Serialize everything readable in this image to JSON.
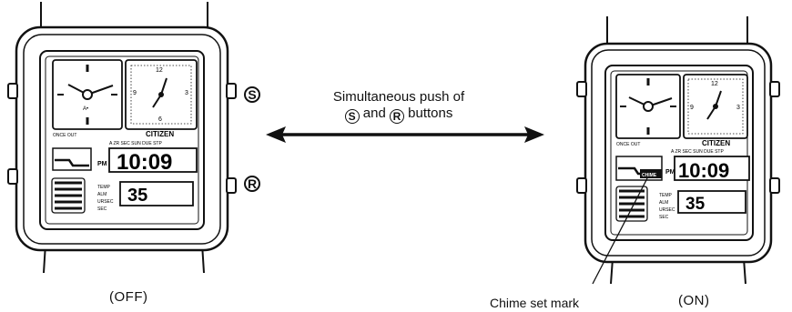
{
  "left_watch": {
    "state_label": "(OFF)",
    "brand": "CITIZEN",
    "time": "10:09",
    "seconds": "35",
    "pm_label": "PM",
    "mode_labels": "A ZR SEC SUN DUE STP",
    "side_labels": [
      "TEMP",
      "ALM",
      "URSEC",
      "SEC"
    ],
    "scale_labels": "ONCE OUT"
  },
  "right_watch": {
    "state_label": "(ON)",
    "brand": "CITIZEN",
    "time": "10:09",
    "seconds": "35",
    "pm_label": "PM",
    "mode_labels": "A ZR SEC SUN DUE STP",
    "side_labels": [
      "TEMP",
      "ALM",
      "URSEC",
      "SEC"
    ],
    "scale_labels": "ONCE OUT",
    "chime_indicator": "CHIME"
  },
  "buttons": {
    "s": "S",
    "r": "R"
  },
  "instruction": {
    "line1": "Simultaneous push of",
    "button_s": "S",
    "and_text": " and ",
    "button_r": "R",
    "buttons_word": " buttons"
  },
  "callout": "Chime set mark",
  "colors": {
    "ink": "#111111",
    "background": "#ffffff"
  }
}
